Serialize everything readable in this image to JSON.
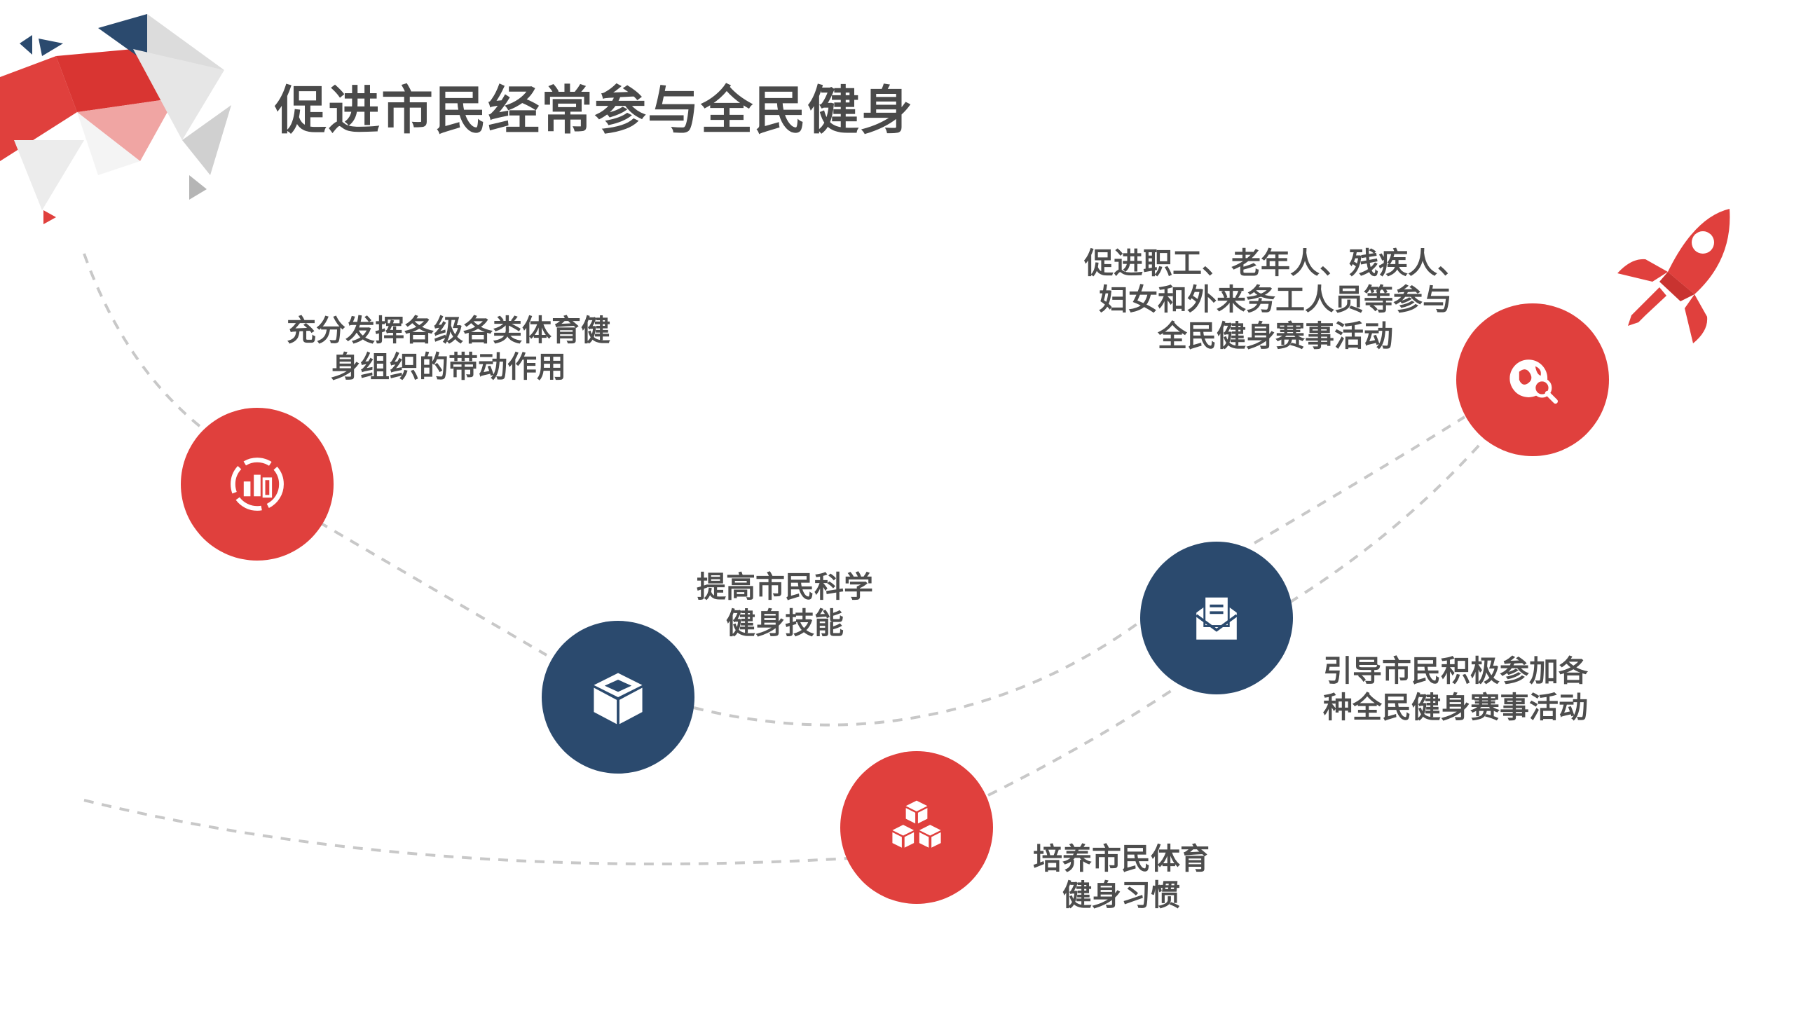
{
  "title": "促进市民经常参与全民健身",
  "colors": {
    "accent_red": "#e0403d",
    "navy": "#2b4a6e",
    "text": "#4a4a4a",
    "dash": "#c8c8c8"
  },
  "steps": [
    {
      "label": "充分发挥各级各类体育健\n身组织的带动作用",
      "icon": "chart-ring-icon",
      "color": "red"
    },
    {
      "label": "提高市民科学\n健身技能",
      "icon": "cube-icon",
      "color": "navy"
    },
    {
      "label": "培养市民体育\n健身习惯",
      "icon": "stacked-cubes-icon",
      "color": "red"
    },
    {
      "label": "引导市民积极参加各\n种全民健身赛事活动",
      "icon": "mail-document-icon",
      "color": "navy"
    },
    {
      "label": "促进职工、老年人、残疾人、\n妇女和外来务工人员等参与\n全民健身赛事活动",
      "icon": "globe-search-icon",
      "color": "red"
    }
  ],
  "decor": {
    "corner": "geometric-triangles-decoration",
    "rocket": "rocket-icon"
  }
}
